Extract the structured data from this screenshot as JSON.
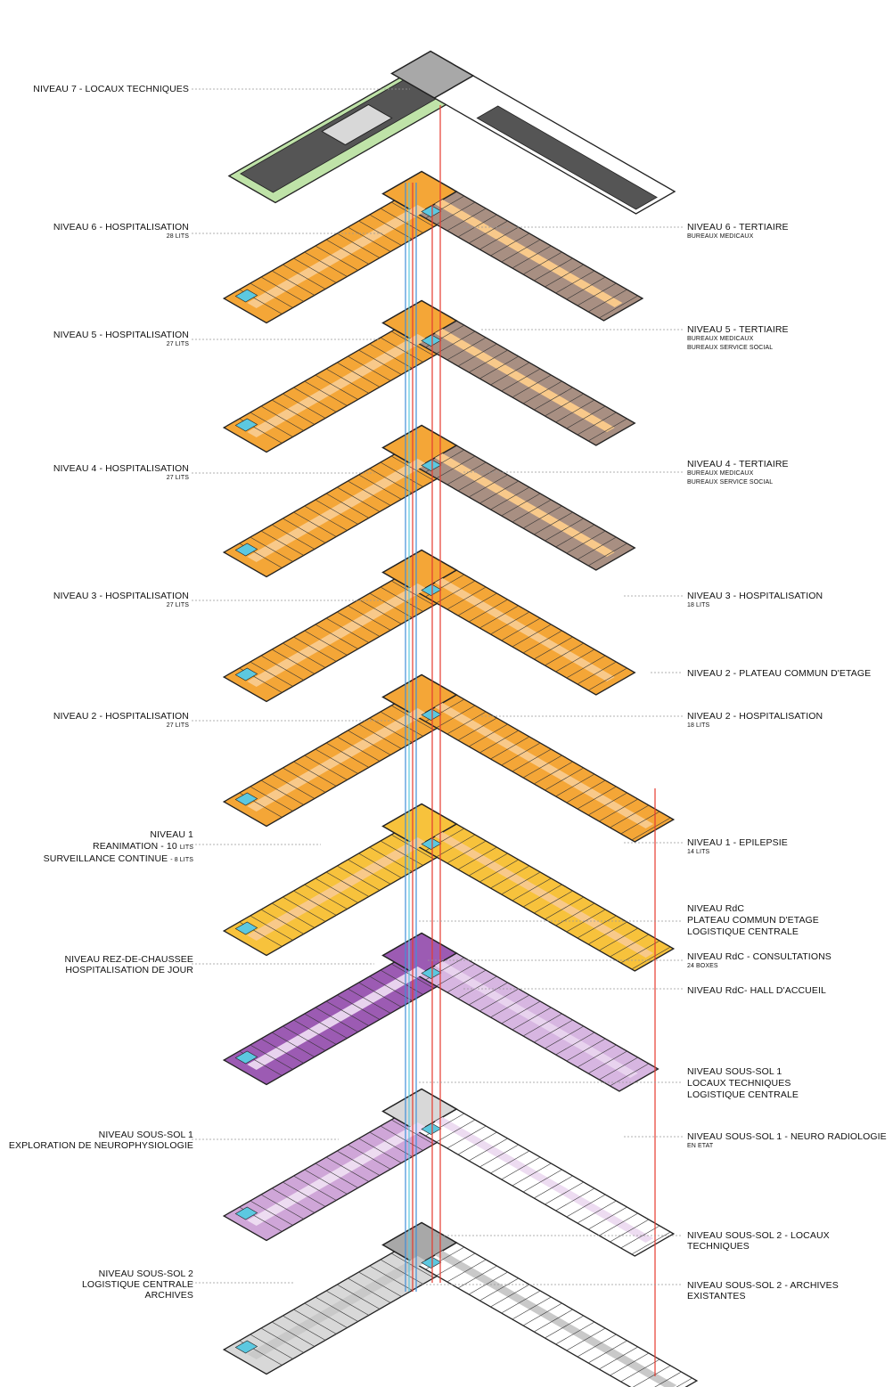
{
  "colors": {
    "hospitalisation": "#f4a637",
    "hospitalisation_light": "#f8c98a",
    "tertiaire": "#a88f82",
    "level1": "#f7c23c",
    "rdc_dark": "#9c5bb3",
    "rdc_light": "#d7b6e1",
    "sous_sol_1": "#cfa6d8",
    "technique_gray": "#a8a8a8",
    "technique_light": "#d8d8d8",
    "roof_green": "#bfe3a8",
    "shaft_red": "#e53b2f",
    "shaft_blue": "#3f8fd8",
    "wet_cyan": "#5cc8e0",
    "leader": "#999999"
  },
  "left_labels": [
    {
      "id": "n7",
      "title": "NIVEAU 7 - LOCAUX TECHNIQUES"
    },
    {
      "id": "n6",
      "title": "NIVEAU 6 - HOSPITALISATION",
      "sub": "28 LITS"
    },
    {
      "id": "n5",
      "title": "NIVEAU 5 - HOSPITALISATION",
      "sub": "27 LITS"
    },
    {
      "id": "n4",
      "title": "NIVEAU 4 - HOSPITALISATION",
      "sub": "27 LITS"
    },
    {
      "id": "n3",
      "title": "NIVEAU 3 - HOSPITALISATION",
      "sub": "27 LITS"
    },
    {
      "id": "n2",
      "title": "NIVEAU 2 - HOSPITALISATION",
      "sub": "27 LITS"
    },
    {
      "id": "n1",
      "line1": "NIVEAU 1",
      "line2": "REANIMATION - 10",
      "line2_sub": "LITS",
      "line3": "SURVEILLANCE CONTINUE",
      "line3_sub": "- 8 LITS"
    },
    {
      "id": "rdc",
      "line1": "NIVEAU REZ-DE-CHAUSSEE",
      "line2": "HOSPITALISATION DE JOUR"
    },
    {
      "id": "ss1",
      "line1": "NIVEAU SOUS-SOL 1",
      "line2": "EXPLORATION DE NEUROPHYSIOLOGIE"
    },
    {
      "id": "ss2",
      "line1": "NIVEAU SOUS-SOL 2",
      "line2": "LOGISTIQUE CENTRALE",
      "line3": "ARCHIVES"
    }
  ],
  "right_labels": [
    {
      "id": "r6",
      "title": "NIVEAU 6 - TERTIAIRE",
      "subs": [
        "BUREAUX MEDICAUX"
      ]
    },
    {
      "id": "r5",
      "title": "NIVEAU 5 - TERTIAIRE",
      "subs": [
        "BUREAUX MEDICAUX",
        "BUREAUX SERVICE SOCIAL"
      ]
    },
    {
      "id": "r4",
      "title": "NIVEAU 4 - TERTIAIRE",
      "subs": [
        "BUREAUX MEDICAUX",
        "BUREAUX SERVICE SOCIAL"
      ]
    },
    {
      "id": "r3",
      "title": "NIVEAU 3 - HOSPITALISATION",
      "subs": [
        "18 LITS"
      ]
    },
    {
      "id": "r2p",
      "title": "NIVEAU 2 - PLATEAU COMMUN D'ETAGE",
      "subs": []
    },
    {
      "id": "r2",
      "title": "NIVEAU 2 - HOSPITALISATION",
      "subs": [
        "18 LITS"
      ]
    },
    {
      "id": "r1",
      "title": "NIVEAU 1 - EPILEPSIE",
      "subs": [
        "14 LITS"
      ]
    },
    {
      "id": "rrdc1",
      "lines": [
        "NIVEAU RdC",
        "PLATEAU COMMUN D'ETAGE",
        "LOGISTIQUE CENTRALE"
      ]
    },
    {
      "id": "rrdc2",
      "title": "NIVEAU RdC - CONSULTATIONS",
      "subs": [
        "24 BOXES"
      ]
    },
    {
      "id": "rrdc3",
      "title": "NIVEAU RdC- HALL D'ACCUEIL",
      "subs": []
    },
    {
      "id": "rss1a",
      "lines": [
        "NIVEAU SOUS-SOL 1",
        "LOCAUX TECHNIQUES",
        "LOGISTIQUE CENTRALE"
      ]
    },
    {
      "id": "rss1b",
      "title": "NIVEAU SOUS-SOL 1 - NEURO RADIOLOGIE",
      "subs": [
        "EN ETAT"
      ]
    },
    {
      "id": "rss2a",
      "title": "NIVEAU SOUS-SOL 2 - LOCAUX TECHNIQUES",
      "subs": []
    },
    {
      "id": "rss2b",
      "title": "NIVEAU SOUS-SOL 2 - ARCHIVES EXISTANTES",
      "subs": []
    }
  ]
}
